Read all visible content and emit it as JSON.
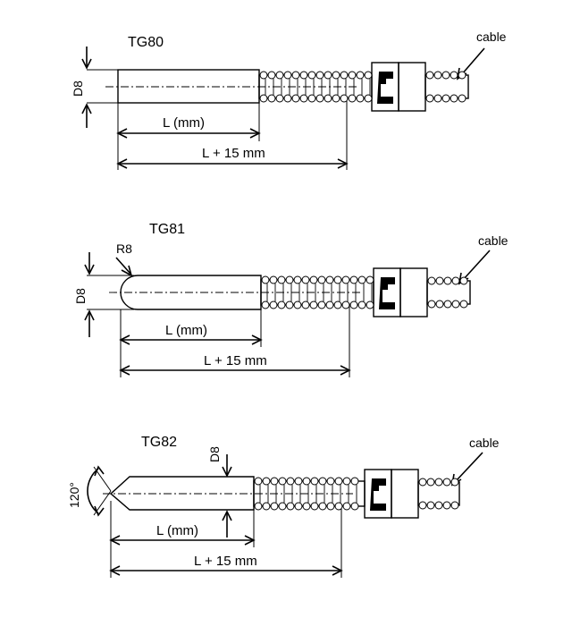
{
  "sensors": [
    {
      "model": "TG80",
      "tip": "flat",
      "tip_label": "",
      "diameter_label": "D8",
      "length_label": "L (mm)",
      "total_length_label": "L + 15 mm",
      "cable_label": "cable"
    },
    {
      "model": "TG81",
      "tip": "rounded",
      "tip_label": "R8",
      "diameter_label": "D8",
      "length_label": "L (mm)",
      "total_length_label": "L + 15 mm",
      "cable_label": "cable"
    },
    {
      "model": "TG82",
      "tip": "cone",
      "tip_label": "120°",
      "diameter_label": "D8",
      "length_label": "L (mm)",
      "total_length_label": "L + 15 mm",
      "cable_label": "cable"
    }
  ],
  "colors": {
    "ink": "#000000",
    "background": "#ffffff"
  }
}
